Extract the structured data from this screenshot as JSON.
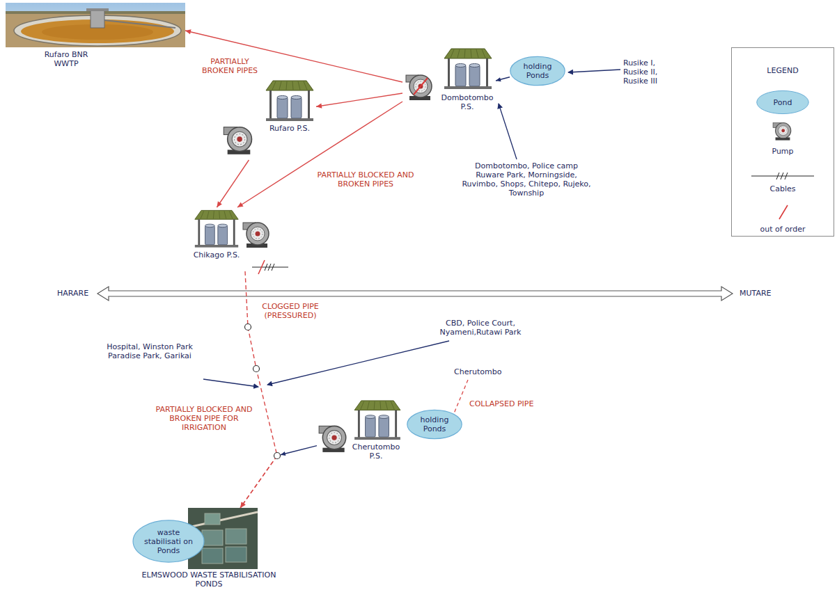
{
  "diagram": {
    "nodes": [
      {
        "text": [
          "Rufaro BNR WWTP"
        ]
      },
      {
        "text": [
          "Dombotombo P.S."
        ]
      },
      {
        "text": [
          "holding Ponds"
        ]
      },
      {
        "text": [
          "Rufaro P.S."
        ]
      },
      {
        "text": [
          "Chikago P.S."
        ]
      },
      {
        "text": [
          "Cherutombo P.S."
        ]
      },
      {
        "text": [
          "holding Ponds"
        ]
      },
      {
        "text": [
          "ELMSWOOD WASTE STABILISATION PONDS"
        ]
      },
      {
        "text": [
          "waste stabilisati on Ponds"
        ],
        "in": 7
      }
    ],
    "edges": [
      {
        "from": 1,
        "to": 0,
        "arrow": "to",
        "label": "PARTIALLY BROKEN PIPES"
      },
      {
        "from": 1,
        "to": 3,
        "arrow": "to"
      },
      {
        "from": 1,
        "to": 4,
        "arrow": "to",
        "label": "PARTIALLY BLOCKED AND BROKEN PIPES"
      },
      {
        "from": 3,
        "to": 4,
        "arrow": "to"
      },
      {
        "from": 2,
        "to": 1,
        "arrow": "to"
      },
      {
        "from": 4,
        "to": 7,
        "arrow": "to",
        "label": "CLOGGED PIPE (PRESSURED)"
      },
      {
        "from": 5,
        "to": 7,
        "arrow": "to"
      }
    ],
    "labels": [
      "Rusike I, Rusike II, Rusike III",
      "Dombotombo, Police camp Ruware Park, Morningside, Ruvimbo, Shops, Chitepo, Rujeko, Township",
      "HARARE",
      "MUTARE",
      "CBD, Police Court, Nyameni,Rutawi Park",
      "Hospital, Winston Park Paradise Park, Garikai",
      "PARTIALLY BLOCKED AND BROKEN PIPE FOR IRRIGATION",
      "Cherutombo",
      "COLLAPSED PIPE",
      "LEGEND"
    ],
    "legend": [
      {
        "text": "Pond",
        "color": "#a9d7e8"
      },
      {
        "text": "Pump"
      },
      {
        "text": "Cables"
      },
      {
        "text": "out of order"
      }
    ]
  }
}
